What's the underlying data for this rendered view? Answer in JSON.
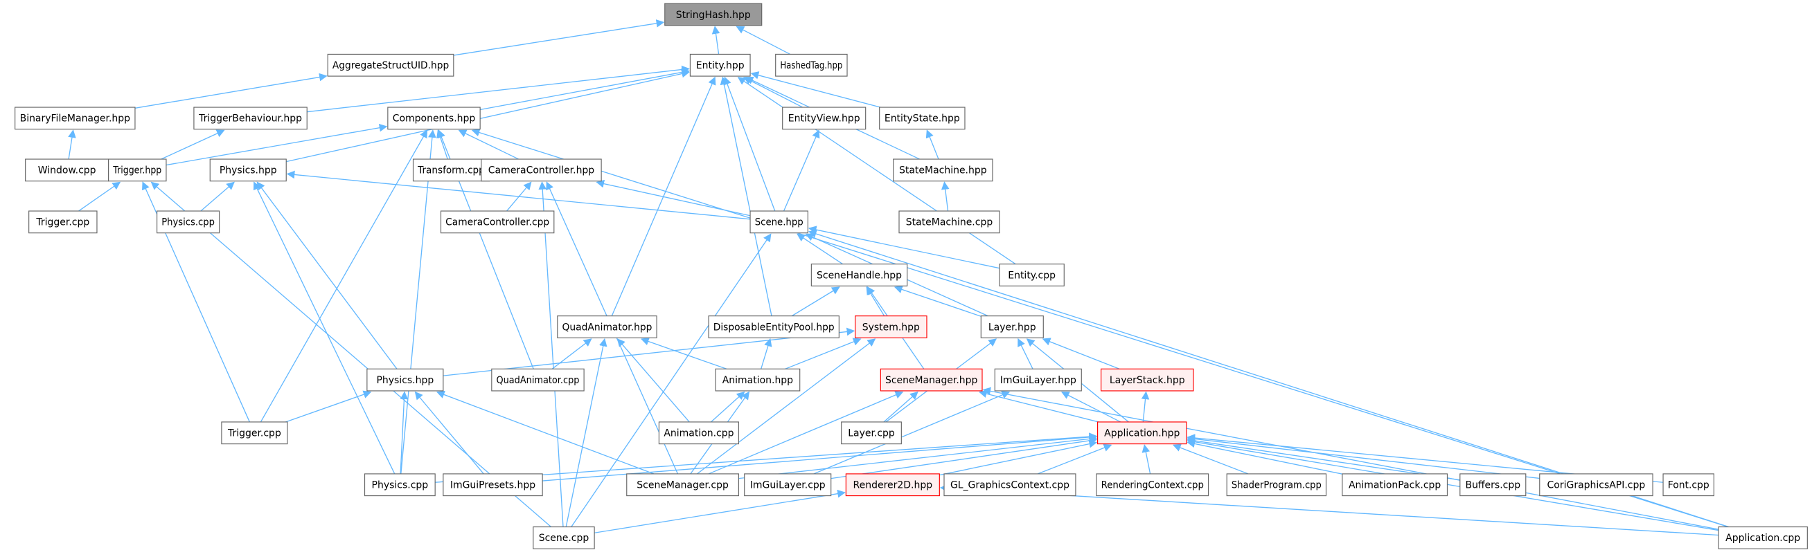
{
  "title": "StringHash.hpp include dependency graph",
  "colors": {
    "edge": "#63b8ff",
    "root_fill": "#999999",
    "red_border": "#ff0000",
    "red_fill": "#fff0f0",
    "border": "#666666"
  },
  "nodes": [
    {
      "id": "stringhash",
      "label": "StringHash.hpp",
      "style": "root"
    },
    {
      "id": "aggregate",
      "label": "AggregateStructUID.hpp",
      "style": "normal"
    },
    {
      "id": "entity",
      "label": "Entity.hpp",
      "style": "normal"
    },
    {
      "id": "hashedtag",
      "label": "HashedTag.hpp",
      "style": "normal"
    },
    {
      "id": "binaryfm",
      "label": "BinaryFileManager.hpp",
      "style": "normal"
    },
    {
      "id": "triggerbeh",
      "label": "TriggerBehaviour.hpp",
      "style": "normal"
    },
    {
      "id": "components",
      "label": "Components.hpp",
      "style": "normal"
    },
    {
      "id": "entityview",
      "label": "EntityView.hpp",
      "style": "normal"
    },
    {
      "id": "entitystate",
      "label": "EntityState.hpp",
      "style": "normal"
    },
    {
      "id": "windowcpp",
      "label": "Window.cpp",
      "style": "normal"
    },
    {
      "id": "triggerhpp",
      "label": "Trigger.hpp",
      "style": "normal"
    },
    {
      "id": "physicshpp1",
      "label": "Physics.hpp",
      "style": "normal"
    },
    {
      "id": "transformcpp",
      "label": "Transform.cpp",
      "style": "normal"
    },
    {
      "id": "camctrlhpp",
      "label": "CameraController.hpp",
      "style": "normal"
    },
    {
      "id": "statemachinehpp",
      "label": "StateMachine.hpp",
      "style": "normal"
    },
    {
      "id": "triggercpp1",
      "label": "Trigger.cpp",
      "style": "normal"
    },
    {
      "id": "physicscpp1",
      "label": "Physics.cpp",
      "style": "normal"
    },
    {
      "id": "camctrlcpp",
      "label": "CameraController.cpp",
      "style": "normal"
    },
    {
      "id": "scenehpp",
      "label": "Scene.hpp",
      "style": "normal"
    },
    {
      "id": "statemachinecpp",
      "label": "StateMachine.cpp",
      "style": "normal"
    },
    {
      "id": "entitycpp",
      "label": "Entity.cpp",
      "style": "normal"
    },
    {
      "id": "scenehandle",
      "label": "SceneHandle.hpp",
      "style": "normal"
    },
    {
      "id": "quadanimhpp",
      "label": "QuadAnimator.hpp",
      "style": "normal"
    },
    {
      "id": "disposable",
      "label": "DisposableEntityPool.hpp",
      "style": "normal"
    },
    {
      "id": "systemhpp",
      "label": "System.hpp",
      "style": "red"
    },
    {
      "id": "layerhpp",
      "label": "Layer.hpp",
      "style": "normal"
    },
    {
      "id": "physicshpp2",
      "label": "Physics.hpp",
      "style": "normal"
    },
    {
      "id": "quadanimcpp",
      "label": "QuadAnimator.cpp",
      "style": "normal"
    },
    {
      "id": "animationhpp",
      "label": "Animation.hpp",
      "style": "normal"
    },
    {
      "id": "scenemgrhpp",
      "label": "SceneManager.hpp",
      "style": "red"
    },
    {
      "id": "imguilayerhpp",
      "label": "ImGuiLayer.hpp",
      "style": "normal"
    },
    {
      "id": "layerstack",
      "label": "LayerStack.hpp",
      "style": "red"
    },
    {
      "id": "triggercpp2",
      "label": "Trigger.cpp",
      "style": "normal"
    },
    {
      "id": "animationcpp",
      "label": "Animation.cpp",
      "style": "normal"
    },
    {
      "id": "layercpp",
      "label": "Layer.cpp",
      "style": "normal"
    },
    {
      "id": "apphpp",
      "label": "Application.hpp",
      "style": "red"
    },
    {
      "id": "physicscpp2",
      "label": "Physics.cpp",
      "style": "normal"
    },
    {
      "id": "imguipresets",
      "label": "ImGuiPresets.hpp",
      "style": "normal"
    },
    {
      "id": "scenemgrcpp",
      "label": "SceneManager.cpp",
      "style": "normal"
    },
    {
      "id": "imguilayercpp",
      "label": "ImGuiLayer.cpp",
      "style": "normal"
    },
    {
      "id": "renderer2d",
      "label": "Renderer2D.hpp",
      "style": "red"
    },
    {
      "id": "glctx",
      "label": "GL_GraphicsContext.cpp",
      "style": "normal"
    },
    {
      "id": "renderctx",
      "label": "RenderingContext.cpp",
      "style": "normal"
    },
    {
      "id": "shaderprog",
      "label": "ShaderProgram.cpp",
      "style": "normal"
    },
    {
      "id": "animpack",
      "label": "AnimationPack.cpp",
      "style": "normal"
    },
    {
      "id": "buffers",
      "label": "Buffers.cpp",
      "style": "normal"
    },
    {
      "id": "corigfx",
      "label": "CoriGraphicsAPI.cpp",
      "style": "normal"
    },
    {
      "id": "fontcpp",
      "label": "Font.cpp",
      "style": "normal"
    },
    {
      "id": "scenecpp",
      "label": "Scene.cpp",
      "style": "normal"
    },
    {
      "id": "appcpp",
      "label": "Application.cpp",
      "style": "normal"
    }
  ],
  "edges": [
    [
      "aggregate",
      "stringhash"
    ],
    [
      "entity",
      "stringhash"
    ],
    [
      "hashedtag",
      "stringhash"
    ],
    [
      "binaryfm",
      "aggregate"
    ],
    [
      "windowcpp",
      "binaryfm"
    ],
    [
      "triggerbeh",
      "entity"
    ],
    [
      "components",
      "entity"
    ],
    [
      "physicshpp1",
      "entity"
    ],
    [
      "entityview",
      "entity"
    ],
    [
      "entitystate",
      "entity"
    ],
    [
      "statemachinehpp",
      "entity"
    ],
    [
      "entitycpp",
      "entity"
    ],
    [
      "scenehpp",
      "entity"
    ],
    [
      "quadanimhpp",
      "entity"
    ],
    [
      "disposable",
      "entity"
    ],
    [
      "triggerhpp",
      "triggerbeh"
    ],
    [
      "triggerhpp",
      "components"
    ],
    [
      "transformcpp",
      "components"
    ],
    [
      "camctrlhpp",
      "components"
    ],
    [
      "triggercpp2",
      "components"
    ],
    [
      "physicscpp2",
      "components"
    ],
    [
      "quadanimcpp",
      "components"
    ],
    [
      "appcpp",
      "components"
    ],
    [
      "scenehpp",
      "entityview"
    ],
    [
      "statemachinehpp",
      "entitystate"
    ],
    [
      "triggercpp1",
      "triggerhpp"
    ],
    [
      "triggercpp2",
      "triggerhpp"
    ],
    [
      "scenecpp",
      "triggerhpp"
    ],
    [
      "physicscpp1",
      "physicshpp1"
    ],
    [
      "scenehpp",
      "physicshpp1"
    ],
    [
      "physicscpp2",
      "physicshpp1"
    ],
    [
      "physicshpp2",
      "physicshpp1"
    ],
    [
      "camctrlcpp",
      "camctrlhpp"
    ],
    [
      "scenehpp",
      "camctrlhpp"
    ],
    [
      "scenecpp",
      "camctrlhpp"
    ],
    [
      "scenemgrcpp",
      "camctrlhpp"
    ],
    [
      "statemachinecpp",
      "statemachinehpp"
    ],
    [
      "scenehandle",
      "scenehpp"
    ],
    [
      "entitycpp",
      "scenehpp"
    ],
    [
      "layerhpp",
      "scenehpp"
    ],
    [
      "appcpp",
      "scenehpp"
    ],
    [
      "scenecpp",
      "scenehpp"
    ],
    [
      "disposable",
      "scenehandle"
    ],
    [
      "systemhpp",
      "scenehandle"
    ],
    [
      "layerhpp",
      "scenehandle"
    ],
    [
      "scenemgrhpp",
      "scenehandle"
    ],
    [
      "quadanimcpp",
      "quadanimhpp"
    ],
    [
      "animationhpp",
      "quadanimhpp"
    ],
    [
      "animationcpp",
      "quadanimhpp"
    ],
    [
      "scenecpp",
      "quadanimhpp"
    ],
    [
      "animationhpp",
      "disposable"
    ],
    [
      "physicshpp2",
      "systemhpp"
    ],
    [
      "animationhpp",
      "systemhpp"
    ],
    [
      "scenemgrcpp",
      "systemhpp"
    ],
    [
      "layercpp",
      "layerhpp"
    ],
    [
      "imguilayerhpp",
      "layerhpp"
    ],
    [
      "layerstack",
      "layerhpp"
    ],
    [
      "apphpp",
      "layerhpp"
    ],
    [
      "triggercpp2",
      "physicshpp2"
    ],
    [
      "physicscpp2",
      "physicshpp2"
    ],
    [
      "imguipresets",
      "physicshpp2"
    ],
    [
      "scenemgrcpp",
      "physicshpp2"
    ],
    [
      "animationcpp",
      "animationhpp"
    ],
    [
      "scenemgrcpp",
      "animationhpp"
    ],
    [
      "layercpp",
      "scenemgrhpp"
    ],
    [
      "scenemgrcpp",
      "scenemgrhpp"
    ],
    [
      "apphpp",
      "scenemgrhpp"
    ],
    [
      "appcpp",
      "scenemgrhpp"
    ],
    [
      "imguilayercpp",
      "imguilayerhpp"
    ],
    [
      "apphpp",
      "imguilayerhpp"
    ],
    [
      "apphpp",
      "layerstack"
    ],
    [
      "physicscpp2",
      "apphpp"
    ],
    [
      "imguipresets",
      "apphpp"
    ],
    [
      "scenemgrcpp",
      "apphpp"
    ],
    [
      "imguilayercpp",
      "apphpp"
    ],
    [
      "renderer2d",
      "apphpp"
    ],
    [
      "glctx",
      "apphpp"
    ],
    [
      "renderctx",
      "apphpp"
    ],
    [
      "shaderprog",
      "apphpp"
    ],
    [
      "animpack",
      "apphpp"
    ],
    [
      "buffers",
      "apphpp"
    ],
    [
      "corigfx",
      "apphpp"
    ],
    [
      "fontcpp",
      "apphpp"
    ],
    [
      "appcpp",
      "apphpp"
    ],
    [
      "scenecpp",
      "renderer2d"
    ],
    [
      "appcpp",
      "renderer2d"
    ]
  ]
}
